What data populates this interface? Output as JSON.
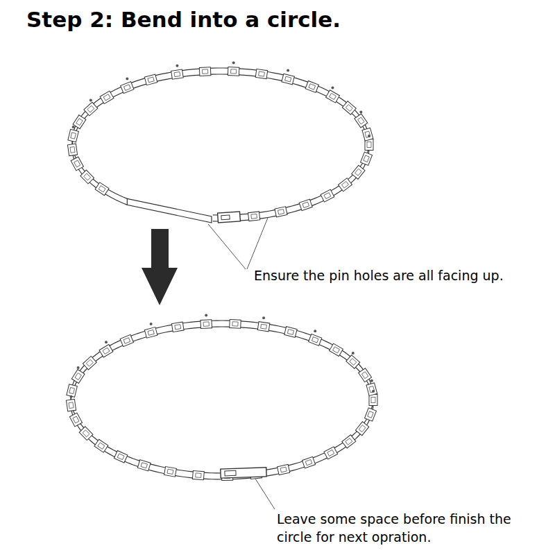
{
  "diagram": {
    "title": "Step 2: Bend into a circle.",
    "labels": [
      "Ensure the pin holes are all facing up.",
      "Leave some space before finish the circle for next opration."
    ]
  }
}
